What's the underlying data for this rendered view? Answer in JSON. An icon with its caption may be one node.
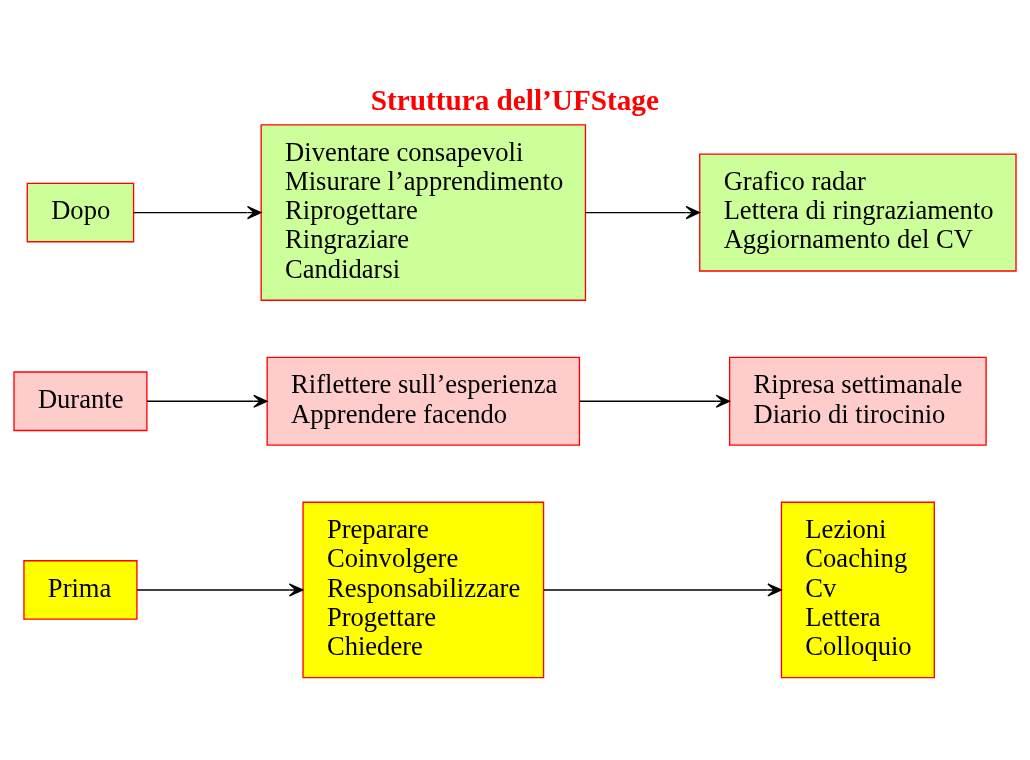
{
  "diagram": {
    "title": "Struttura dell’UFStage",
    "nodes": [
      {
        "text": [
          "Prima"
        ]
      },
      {
        "text": [
          "Preparare",
          "Coinvolgere",
          "Responsabilizzare",
          "Progettare",
          "Chiedere"
        ]
      },
      {
        "text": [
          "Lezioni",
          "Coaching",
          "Cv",
          "Lettera",
          "Colloquio"
        ]
      },
      {
        "text": [
          "Durante"
        ]
      },
      {
        "text": [
          "Riflettere sull’esperienza",
          "Apprendere facendo"
        ]
      },
      {
        "text": [
          "Ripresa settimanale",
          "Diario di tirocinio"
        ]
      },
      {
        "text": [
          "Dopo"
        ]
      },
      {
        "text": [
          "Diventare consapevoli",
          "Misurare l’apprendimento",
          "Riprogettare",
          "Ringraziare",
          "Candidarsi"
        ]
      },
      {
        "text": [
          "Grafico radar",
          "Lettera di ringraziamento",
          "Aggiornamento del CV"
        ]
      }
    ],
    "edges": [
      {
        "from": 0,
        "to": 1,
        "arrow": "to"
      },
      {
        "from": 1,
        "to": 2,
        "arrow": "to"
      },
      {
        "from": 3,
        "to": 4,
        "arrow": "to"
      },
      {
        "from": 4,
        "to": 5,
        "arrow": "to"
      },
      {
        "from": 6,
        "to": 7,
        "arrow": "to"
      },
      {
        "from": 7,
        "to": 8,
        "arrow": "to"
      }
    ]
  }
}
